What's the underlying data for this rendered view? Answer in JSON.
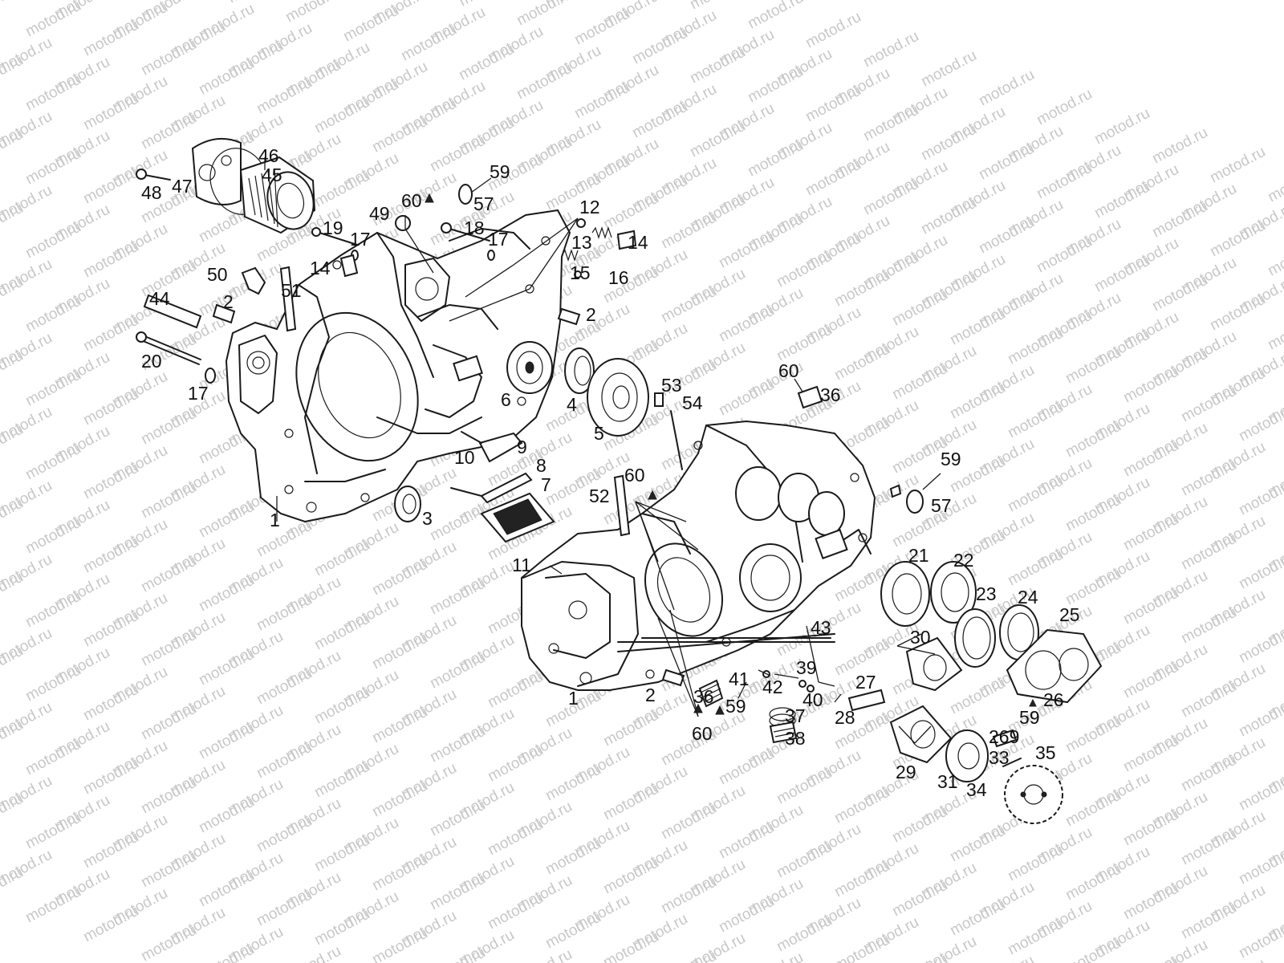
{
  "watermark": {
    "text": "motod.ru",
    "color": "#c8c8c8"
  },
  "callouts": [
    {
      "id": "c46",
      "label": "46"
    },
    {
      "id": "c45",
      "label": "45"
    },
    {
      "id": "c48",
      "label": "48"
    },
    {
      "id": "c47",
      "label": "47"
    },
    {
      "id": "c59a",
      "label": "59"
    },
    {
      "id": "c57a",
      "label": "57"
    },
    {
      "id": "c60a",
      "label": "60"
    },
    {
      "id": "c49",
      "label": "49"
    },
    {
      "id": "c12",
      "label": "12"
    },
    {
      "id": "c18",
      "label": "18"
    },
    {
      "id": "c19",
      "label": "19"
    },
    {
      "id": "c17a",
      "label": "17"
    },
    {
      "id": "c17b",
      "label": "17"
    },
    {
      "id": "c13",
      "label": "13"
    },
    {
      "id": "c14a",
      "label": "14"
    },
    {
      "id": "c14b",
      "label": "14"
    },
    {
      "id": "c15",
      "label": "15"
    },
    {
      "id": "c16",
      "label": "16"
    },
    {
      "id": "c50",
      "label": "50"
    },
    {
      "id": "c51",
      "label": "51"
    },
    {
      "id": "c44",
      "label": "44"
    },
    {
      "id": "c2a",
      "label": "2"
    },
    {
      "id": "c2b",
      "label": "2"
    },
    {
      "id": "c20",
      "label": "20"
    },
    {
      "id": "c17c",
      "label": "17"
    },
    {
      "id": "c6",
      "label": "6"
    },
    {
      "id": "c4",
      "label": "4"
    },
    {
      "id": "c5",
      "label": "5"
    },
    {
      "id": "c60b",
      "label": "60"
    },
    {
      "id": "c36a",
      "label": "36"
    },
    {
      "id": "c53",
      "label": "53"
    },
    {
      "id": "c54",
      "label": "54"
    },
    {
      "id": "c9",
      "label": "9"
    },
    {
      "id": "c10",
      "label": "10"
    },
    {
      "id": "c8",
      "label": "8"
    },
    {
      "id": "c7",
      "label": "7"
    },
    {
      "id": "c60c",
      "label": "60"
    },
    {
      "id": "c52",
      "label": "52"
    },
    {
      "id": "c59b",
      "label": "59"
    },
    {
      "id": "c57b",
      "label": "57"
    },
    {
      "id": "c1a",
      "label": "1"
    },
    {
      "id": "c3",
      "label": "3"
    },
    {
      "id": "c11",
      "label": "11"
    },
    {
      "id": "c21",
      "label": "21"
    },
    {
      "id": "c22",
      "label": "22"
    },
    {
      "id": "c23",
      "label": "23"
    },
    {
      "id": "c24",
      "label": "24"
    },
    {
      "id": "c25",
      "label": "25"
    },
    {
      "id": "c30",
      "label": "30"
    },
    {
      "id": "c43",
      "label": "43"
    },
    {
      "id": "c39",
      "label": "39"
    },
    {
      "id": "c41",
      "label": "41"
    },
    {
      "id": "c42",
      "label": "42"
    },
    {
      "id": "c40",
      "label": "40"
    },
    {
      "id": "c27",
      "label": "27"
    },
    {
      "id": "c1b",
      "label": "1"
    },
    {
      "id": "c2c",
      "label": "2"
    },
    {
      "id": "c36b",
      "label": "36"
    },
    {
      "id": "c59c",
      "label": "59"
    },
    {
      "id": "c28",
      "label": "28"
    },
    {
      "id": "c26",
      "label": "26"
    },
    {
      "id": "c37",
      "label": "37"
    },
    {
      "id": "c60d",
      "label": "60"
    },
    {
      "id": "c38",
      "label": "38"
    },
    {
      "id": "c59d",
      "label": "59"
    },
    {
      "id": "c269",
      "label": "269"
    },
    {
      "id": "c29",
      "label": "29"
    },
    {
      "id": "c33",
      "label": "33"
    },
    {
      "id": "c35",
      "label": "35"
    },
    {
      "id": "c31",
      "label": "31"
    },
    {
      "id": "c34",
      "label": "34"
    }
  ]
}
